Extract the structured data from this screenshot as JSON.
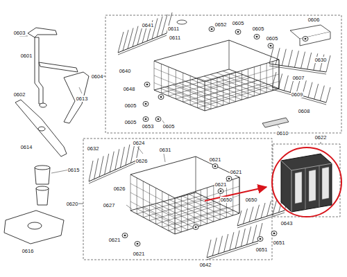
{
  "diagram": {
    "labels": [
      "0603",
      "0601",
      "0602",
      "0613",
      "0614",
      "0615",
      "0616",
      "0641",
      "0611",
      "0611",
      "0652",
      "0605",
      "0605",
      "0605",
      "0606",
      "0604",
      "0640",
      "0648",
      "0605",
      "0605",
      "0653",
      "0605",
      "0630",
      "0607",
      "0609",
      "0608",
      "0610",
      "0632",
      "0624",
      "0631",
      "0626",
      "0621",
      "0621",
      "0626",
      "0627",
      "0620",
      "0621",
      "0650",
      "0650",
      "0643",
      "0621",
      "0621",
      "0642",
      "0651",
      "0651",
      "0622"
    ]
  }
}
